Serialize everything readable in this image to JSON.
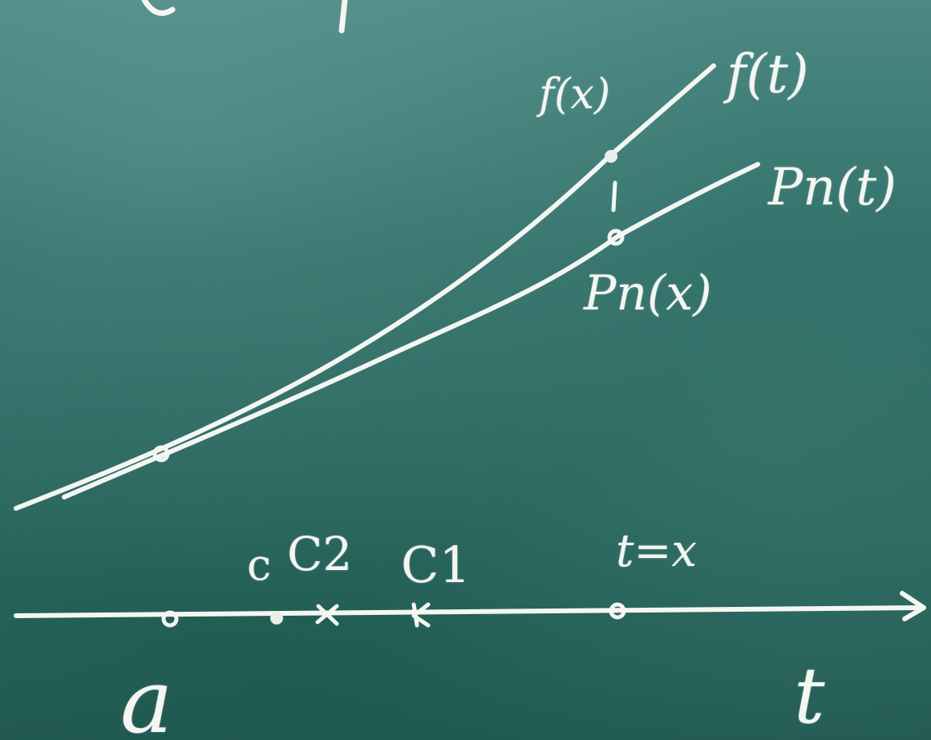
{
  "labels": {
    "f_x": "f(x)",
    "f_t": "f(t)",
    "pn_t": "Pn(t)",
    "pn_x": "Pn(x)",
    "c": "c",
    "c2": "C2",
    "c1": "C1",
    "t_eq_x": "t=x",
    "a": "a",
    "t_axis": "t"
  }
}
